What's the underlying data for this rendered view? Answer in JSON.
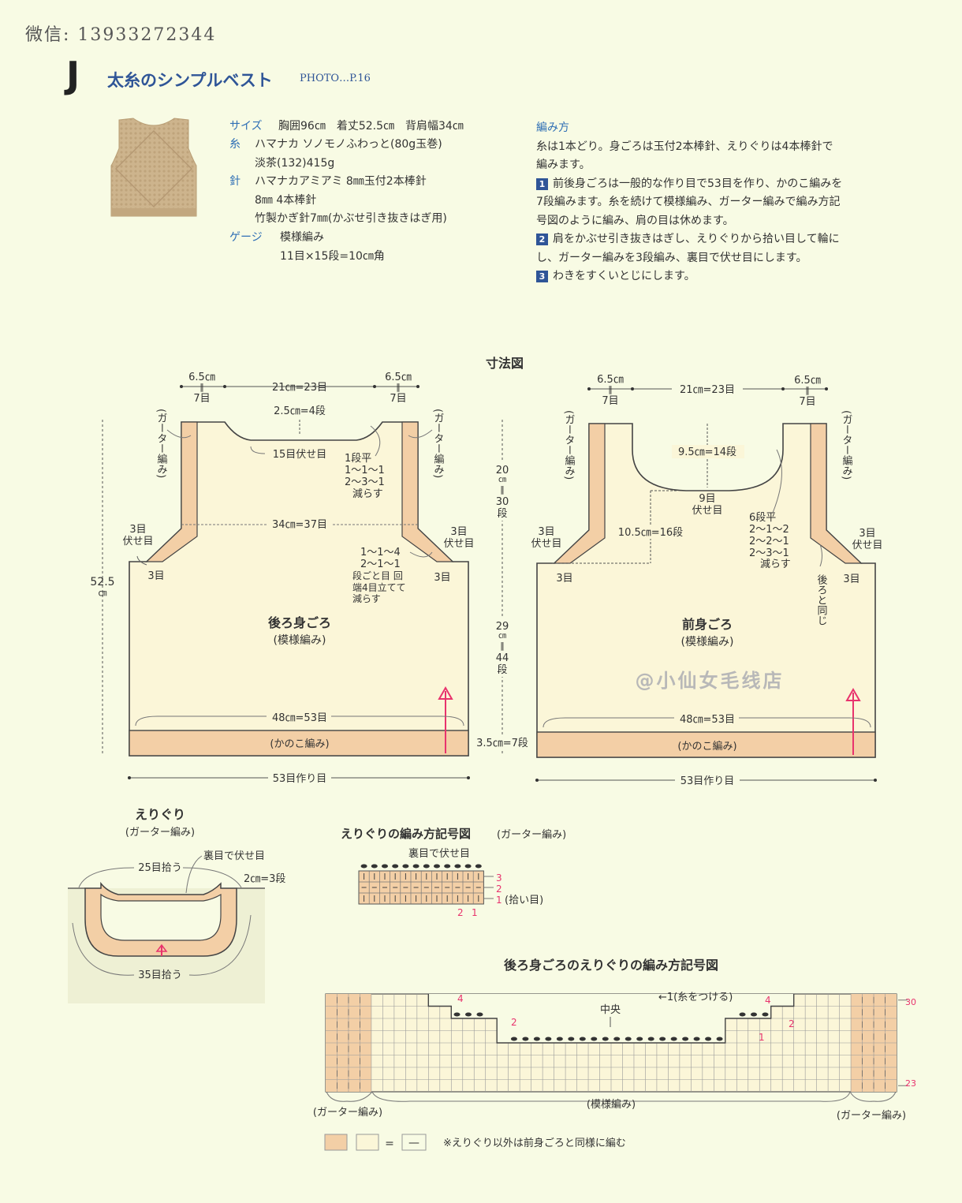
{
  "header": {
    "wechat": "微信: 13933272344",
    "letter": "J",
    "title": "太糸のシンプルベスト",
    "photo": "PHOTO…P.16"
  },
  "specs": {
    "size_label": "サイズ",
    "size_value": "胸囲96㎝　着丈52.5㎝　背肩幅34㎝",
    "yarn_label": "糸",
    "yarn_line1": "ハマナカ ソノモノふわっと(80g玉巻)",
    "yarn_line2": "淡茶(132)415g",
    "needle_label": "針",
    "needle_line1": "ハマナカアミアミ 8㎜玉付2本棒針",
    "needle_line2": "8㎜ 4本棒針",
    "needle_line3": "竹製かぎ針7㎜(かぶせ引き抜きはぎ用)",
    "gauge_label": "ゲージ",
    "gauge_line1": "模様編み",
    "gauge_line2": "11目×15段=10㎝角"
  },
  "method": {
    "heading": "編み方",
    "intro": "糸は1本どり。身ごろは玉付2本棒針、えりぐりは4本棒針で編みます。",
    "step1_num": "1",
    "step1": "前後身ごろは一般的な作り目で53目を作り、かのこ編みを7段編みます。糸を続けて模様編み、ガーター編みで編み方記号図のように編み、肩の目は休めます。",
    "step2_num": "2",
    "step2": "肩をかぶせ引き抜きはぎし、えりぐりから拾い目して輪にし、ガーター編みを3段編み、裏目で伏せ目にします。",
    "step3_num": "3",
    "step3": "わきをすくいとじにします。"
  },
  "diagram": {
    "title": "寸法図",
    "back": {
      "w_shoulder": "6.5㎝",
      "st7": "7目",
      "w_neck": "21㎝=23目",
      "neck_depth": "2.5㎝=4段",
      "neck_bind": "15目伏せ目",
      "neck_dec1": "1段平",
      "neck_dec2": "1〜1〜1",
      "neck_dec3": "2〜3〜1",
      "neck_dec4": "減らす",
      "garter": "ガーター編み",
      "w_mid": "34㎝=37目",
      "bind3": "3目",
      "bind3b": "伏せ目",
      "arm_dec1": "1〜1〜4",
      "arm_dec2": "2〜1〜1",
      "arm_dec3": "段ごと目 回",
      "arm_dec4": "端4目立てて",
      "arm_dec5": "減らす",
      "st3": "3目",
      "name": "後ろ身ごろ",
      "pattern": "(模様編み)",
      "height_total": "52.5",
      "height_unit": "㎝",
      "w_body": "48㎝=53目",
      "ribbing": "(かのこ編み)",
      "cast_on": "53目作り目"
    },
    "center": {
      "h_top1": "20",
      "h_top2": "㎝",
      "h_top3": "‖",
      "h_top4": "30",
      "h_top5": "段",
      "h_bot1": "29",
      "h_bot2": "㎝",
      "h_bot3": "‖",
      "h_bot4": "44",
      "h_bot5": "段",
      "h_rib": "3.5㎝=7段"
    },
    "front": {
      "neck_depth": "9.5㎝=14段",
      "neck_bind1": "9目",
      "neck_bind2": "伏せ目",
      "neck_dec1": "6段平",
      "neck_dec2": "2〜1〜2",
      "neck_dec3": "2〜2〜1",
      "neck_dec4": "2〜3〜1",
      "neck_dec5": "減らす",
      "arm_h": "10.5㎝=16段",
      "same_back": "後ろと同じ",
      "name": "前身ごろ",
      "pattern": "(模様編み)",
      "watermark": "@小仙女毛线店",
      "w_body": "48㎝=53目",
      "ribbing": "(かのこ編み)",
      "cast_on": "53目作り目"
    }
  },
  "collar": {
    "title": "えりぐり",
    "sub": "(ガーター編み)",
    "pick_back": "25目拾う",
    "bind_purl": "裏目で伏せ目",
    "height": "2㎝=3段",
    "pick_front": "35目拾う"
  },
  "collar_chart": {
    "title": "えりぐりの編み方記号図",
    "sub": "(ガーター編み)",
    "bind_purl": "裏目で伏せ目",
    "row3": "3",
    "row2": "2",
    "row1": "1",
    "row1_note": "(拾い目)",
    "col2": "2",
    "col1": "1"
  },
  "back_neck_chart": {
    "title": "後ろ身ごろのえりぐりの編み方記号図",
    "attach": "←1(糸をつける)",
    "center": "中央",
    "r4": "4",
    "r2": "2",
    "r1": "1",
    "r30": "30",
    "r23": "23",
    "garter_l": "(ガーター編み)",
    "pattern": "(模様編み)",
    "garter_r": "(ガーター編み)",
    "legend_eq": "=",
    "legend_dash": "—",
    "note": "※えりぐり以外は前身ごろと同様に編む"
  },
  "colors": {
    "panel": "#fbf6d8",
    "garter": "#f3cfa6",
    "accent": "#2f5597",
    "red": "#e8336d"
  }
}
